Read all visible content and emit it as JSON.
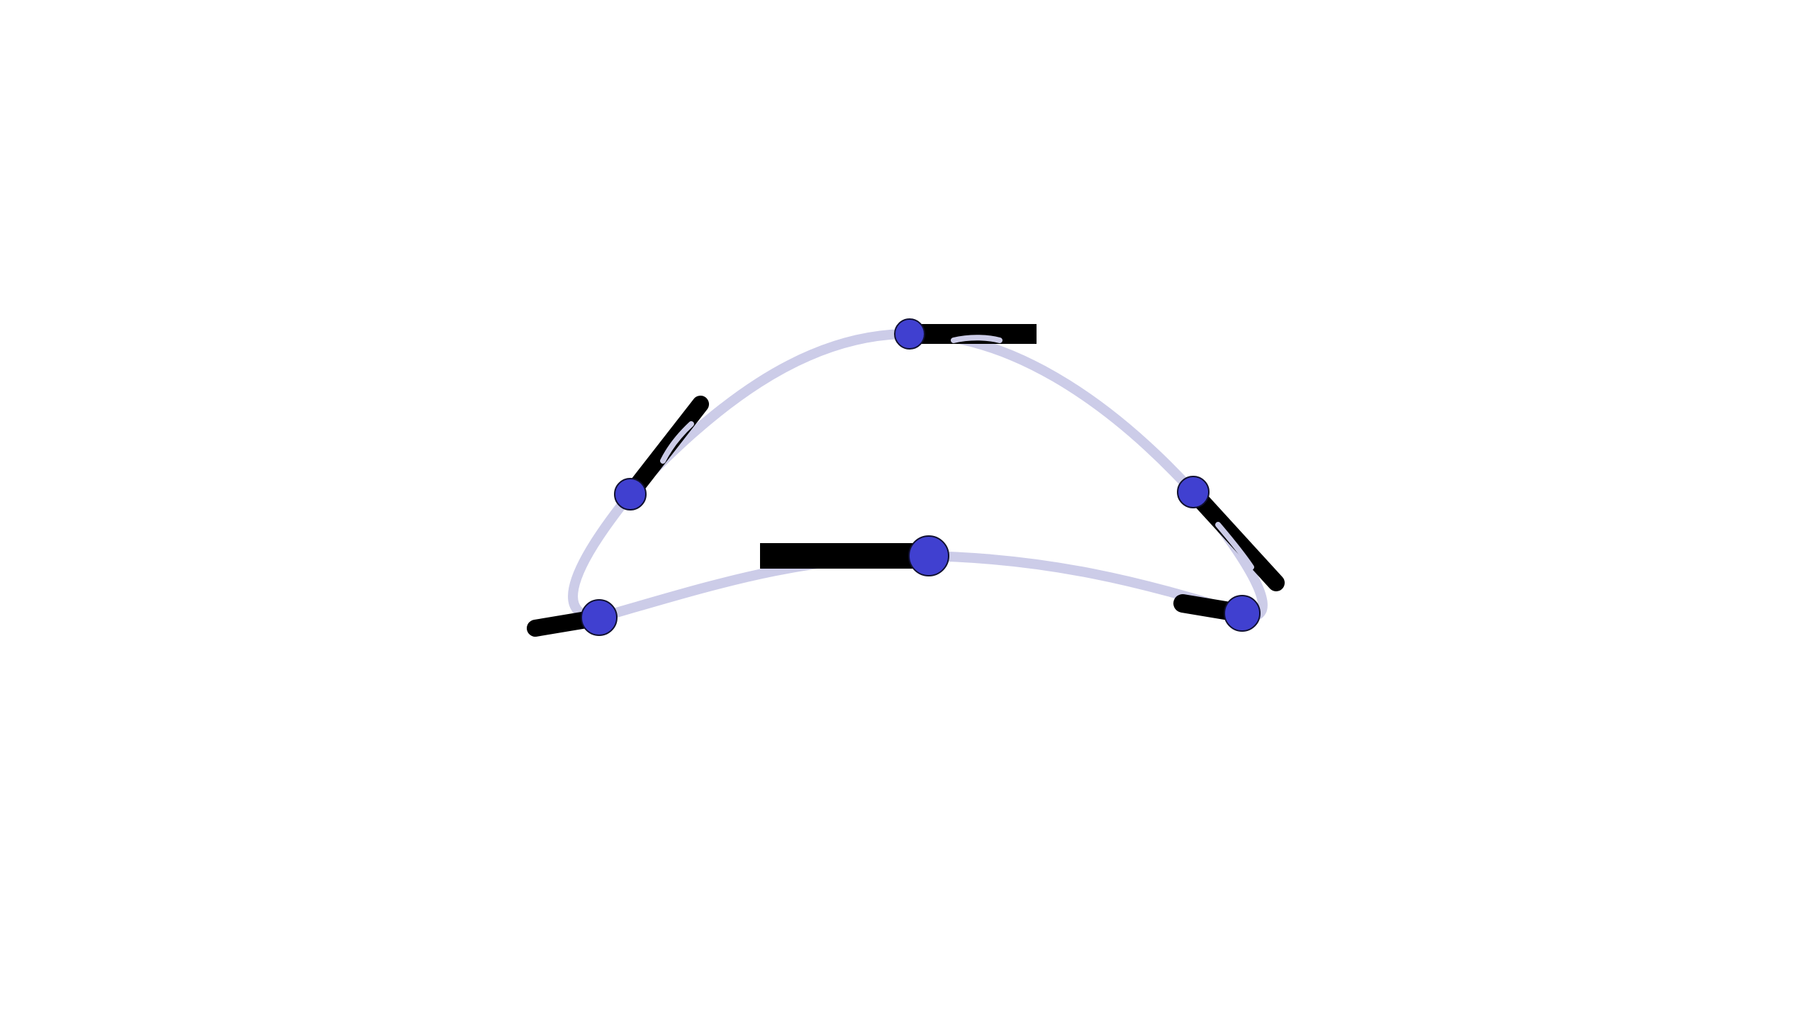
{
  "diagram": {
    "type": "closed-bezier-path-with-tangent-handles",
    "colors": {
      "background": "#ffffff",
      "curve": "#cccce8",
      "handle": "#000000",
      "node_fill": "#4040d0",
      "node_stroke": "#101030"
    },
    "node_count": 6,
    "nodes": [
      {
        "name": "node-top"
      },
      {
        "name": "node-upper-right"
      },
      {
        "name": "node-bottom-right"
      },
      {
        "name": "node-bottom-center"
      },
      {
        "name": "node-bottom-left"
      },
      {
        "name": "node-upper-left"
      }
    ]
  }
}
